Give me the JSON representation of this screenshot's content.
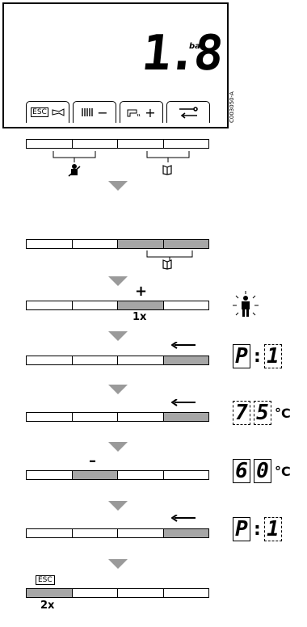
{
  "display": {
    "pressure": "1.8",
    "unit": "bar",
    "figure_code": "C003050-A",
    "keys": [
      {
        "esc": "ESC",
        "icon": "horn-icon"
      },
      {
        "icon": "radiator-icon",
        "sign": "−"
      },
      {
        "icon": "tap-icon",
        "sign": "+"
      },
      {
        "icon": "enter-icon"
      }
    ]
  },
  "steps": {
    "plus_sign": "+",
    "plus_count": "1x",
    "minus_sign": "–",
    "esc_label": "ESC",
    "esc_count": "2x",
    "p_label": "P",
    "colon": ":",
    "p_value": "1",
    "temp_blink_1": "7",
    "temp_blink_2": "5",
    "temp_set_1": "6",
    "temp_set_2": "0",
    "deg_unit": "°C"
  }
}
